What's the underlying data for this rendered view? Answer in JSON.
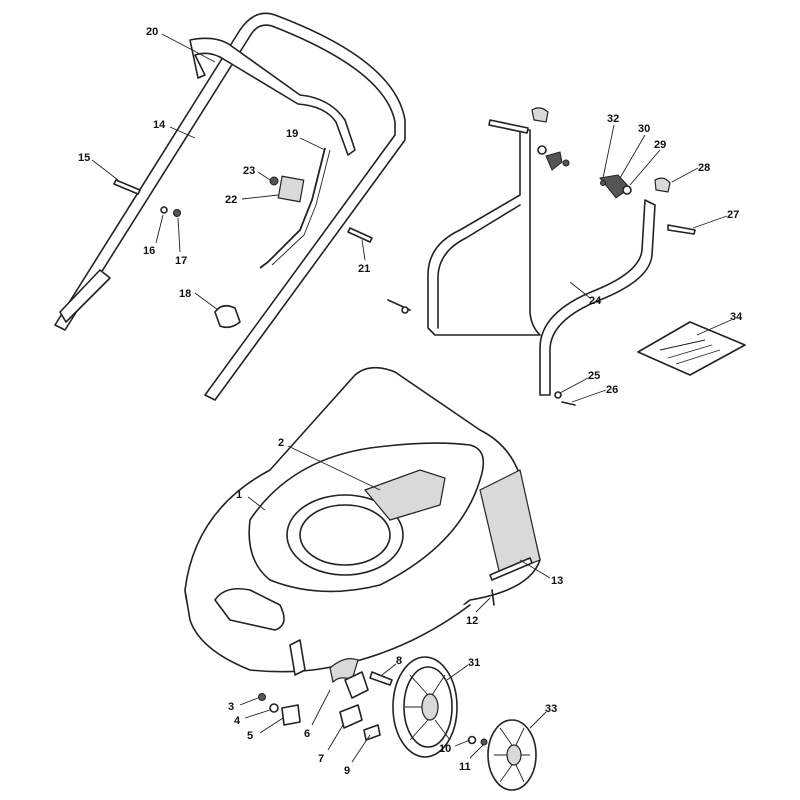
{
  "diagram": {
    "title": "Lawn mower exploded parts diagram",
    "callouts": [
      {
        "id": "1",
        "label": "1"
      },
      {
        "id": "2",
        "label": "2"
      },
      {
        "id": "3",
        "label": "3"
      },
      {
        "id": "4",
        "label": "4"
      },
      {
        "id": "5",
        "label": "5"
      },
      {
        "id": "6",
        "label": "6"
      },
      {
        "id": "7",
        "label": "7"
      },
      {
        "id": "8",
        "label": "8"
      },
      {
        "id": "9",
        "label": "9"
      },
      {
        "id": "10",
        "label": "10"
      },
      {
        "id": "11",
        "label": "11"
      },
      {
        "id": "12",
        "label": "12"
      },
      {
        "id": "13",
        "label": "13"
      },
      {
        "id": "14",
        "label": "14"
      },
      {
        "id": "15",
        "label": "15"
      },
      {
        "id": "16",
        "label": "16"
      },
      {
        "id": "17",
        "label": "17"
      },
      {
        "id": "18",
        "label": "18"
      },
      {
        "id": "19",
        "label": "19"
      },
      {
        "id": "20",
        "label": "20"
      },
      {
        "id": "21",
        "label": "21"
      },
      {
        "id": "22",
        "label": "22"
      },
      {
        "id": "23",
        "label": "23"
      },
      {
        "id": "24",
        "label": "24"
      },
      {
        "id": "25",
        "label": "25"
      },
      {
        "id": "26",
        "label": "26"
      },
      {
        "id": "27",
        "label": "27"
      },
      {
        "id": "28",
        "label": "28"
      },
      {
        "id": "29",
        "label": "29"
      },
      {
        "id": "30",
        "label": "30"
      },
      {
        "id": "31",
        "label": "31"
      },
      {
        "id": "32",
        "label": "32"
      },
      {
        "id": "33",
        "label": "33"
      },
      {
        "id": "34",
        "label": "34"
      }
    ]
  }
}
